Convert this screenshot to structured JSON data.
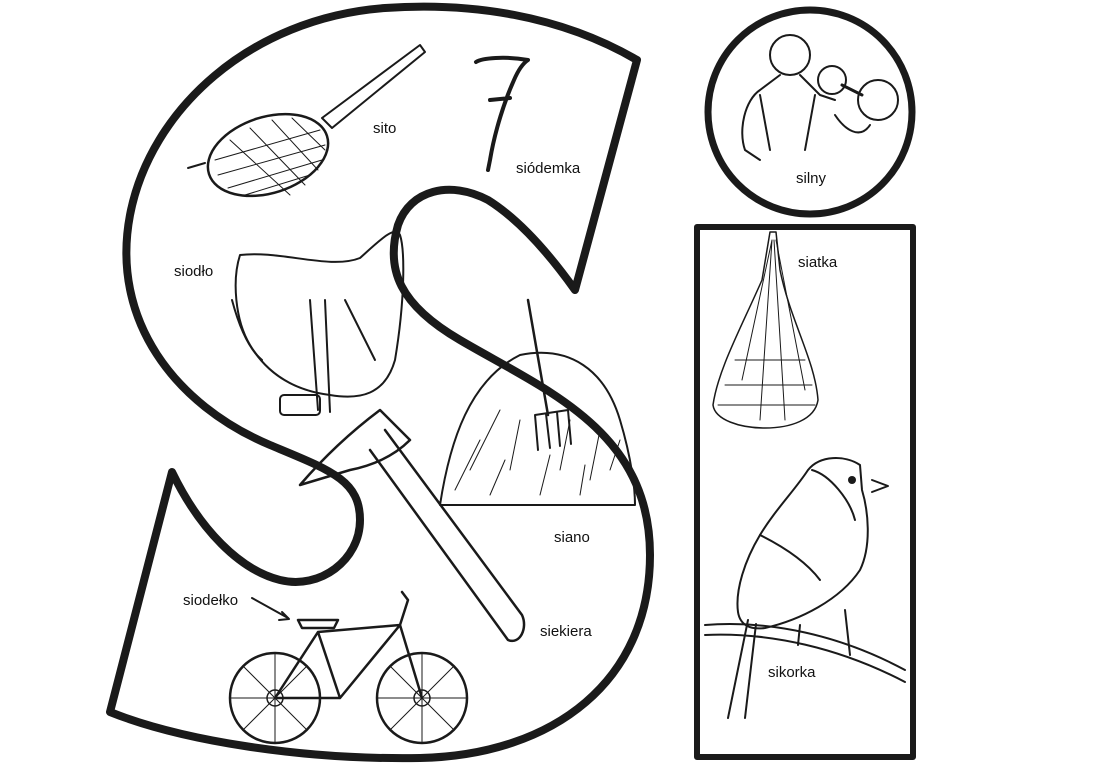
{
  "words": {
    "sito": "sito",
    "siodemka": "siódemka",
    "siodlo": "siodło",
    "siano": "siano",
    "siekiera": "siekiera",
    "siodelko": "siodełko",
    "silny": "silny",
    "siatka": "siatka",
    "sikorka": "sikorka"
  },
  "digit": "7",
  "colors": {
    "ink": "#1a1a1a",
    "paper": "#ffffff"
  },
  "icons": {
    "big_letter": "letter-s-outline",
    "small_letter": "letter-i-outline",
    "sieve": "sieve-icon",
    "saddle": "saddle-icon",
    "hay": "haystack-icon",
    "pitchfork": "pitchfork-icon",
    "axe": "axe-icon",
    "bicycle": "bicycle-icon",
    "strongman": "strongman-icon",
    "net_bag": "net-bag-icon",
    "bird": "tit-bird-icon"
  }
}
